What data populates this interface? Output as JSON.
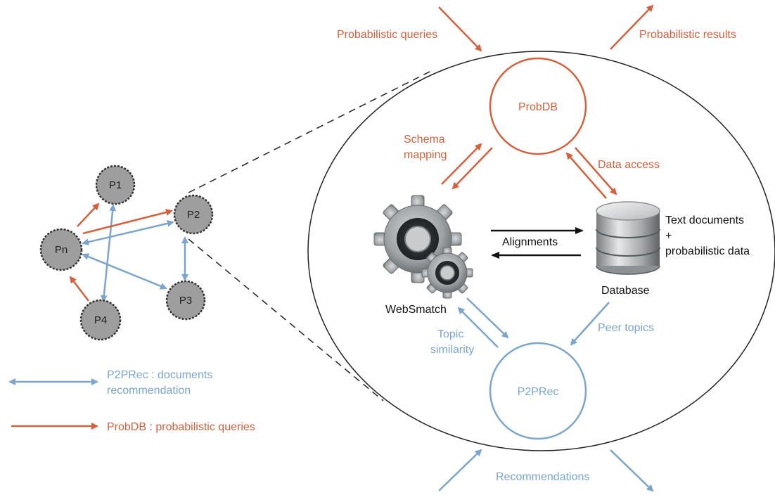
{
  "colors": {
    "probdb": "#d4603c",
    "p2prec": "#7ba5cc",
    "peer_fill": "#9e9e9e",
    "text": "#111111"
  },
  "peers": [
    {
      "id": "p1",
      "label": "P1"
    },
    {
      "id": "p2",
      "label": "P2"
    },
    {
      "id": "pn",
      "label": "Pn"
    },
    {
      "id": "p3",
      "label": "P3"
    },
    {
      "id": "p4",
      "label": "P4"
    }
  ],
  "legend": {
    "p2prec_line1": "P2PRec : documents",
    "p2prec_line2": "recommendation",
    "probdb": "ProbDB : probabilistic queries"
  },
  "components": {
    "probdb": "ProbDB",
    "p2prec": "P2PRec",
    "websmatch": "WebSmatch",
    "database": "Database",
    "database_icon": "database-cylinder-icon",
    "websmatch_icon": "gears-icon"
  },
  "flows": {
    "probabilistic_queries": "Probabilistic queries",
    "probabilistic_results": "Probabilistic results",
    "schema_mapping_line1": "Schema",
    "schema_mapping_line2": "mapping",
    "data_access": "Data access",
    "alignments": "Alignments",
    "text_documents_line1": "Text documents",
    "text_documents_line2": "+",
    "text_documents_line3": "probabilistic data",
    "topic_similarity_line1": "Topic",
    "topic_similarity_line2": "similarity",
    "peer_topics": "Peer topics",
    "recommendations": "Recommendations"
  }
}
